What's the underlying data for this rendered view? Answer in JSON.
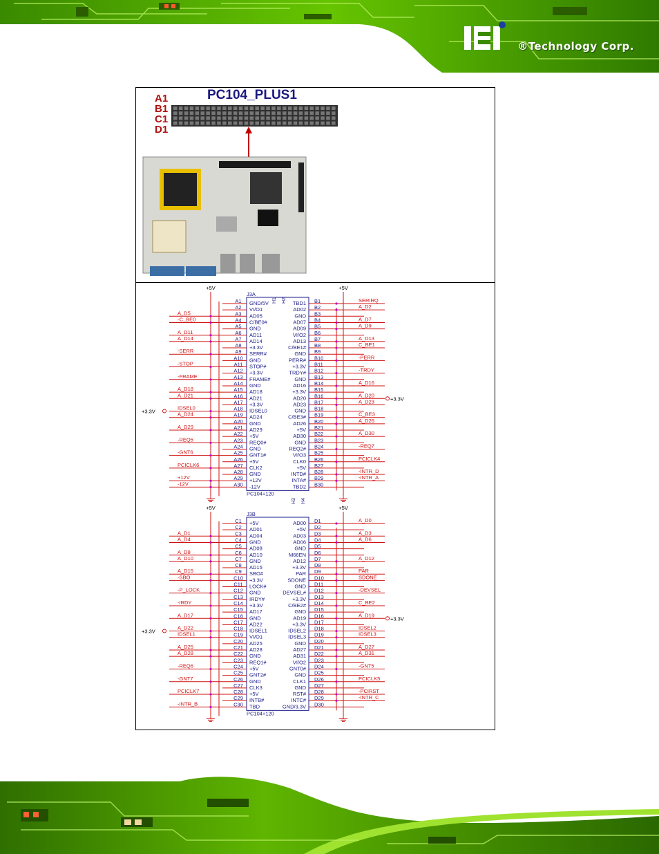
{
  "brand": {
    "company": "®Technology Corp."
  },
  "figure": {
    "connector_title": "PC104_PLUS1",
    "row_labels": [
      "A1",
      "B1",
      "C1",
      "D1"
    ]
  },
  "j3a": {
    "ref": "J3A",
    "part": "PC104+120",
    "power_left": "+5V",
    "power_right": "+5V",
    "a_pins": [
      "A1",
      "A2",
      "A3",
      "A4",
      "A5",
      "A6",
      "A7",
      "A8",
      "A9",
      "A10",
      "A11",
      "A12",
      "A13",
      "A14",
      "A15",
      "A16",
      "A17",
      "A18",
      "A19",
      "A20",
      "A21",
      "A22",
      "A23",
      "A24",
      "A25",
      "A26",
      "A27",
      "A28",
      "A29",
      "A30"
    ],
    "a_names": [
      "GND/5V",
      "VI/O1",
      "AD05",
      "C/BE0#",
      "GND",
      "AD11",
      "AD14",
      "+3.3V",
      "SERR#",
      "GND",
      "STOP#",
      "+3.3V",
      "FRAME#",
      "GND",
      "AD18",
      "AD21",
      "+3.3V",
      "IDSEL0",
      "AD24",
      "GND",
      "AD29",
      "+5V",
      "REQ0#",
      "GND",
      "GNT1#",
      "+5V",
      "CLK2",
      "GND",
      "+12V",
      "-12V"
    ],
    "b_names": [
      "TBD1",
      "AD02",
      "GND",
      "AD07",
      "AD09",
      "VI/O2",
      "AD13",
      "C/BE1#",
      "GND",
      "PERR#",
      "+3.3V",
      "TRDY#",
      "GND",
      "AD16",
      "+3.3V",
      "AD20",
      "AD23",
      "GND",
      "C/BE3#",
      "AD26",
      "+5V",
      "AD30",
      "GND",
      "REQ2#",
      "VI/O3",
      "CLK0",
      "+5V",
      "INTD#",
      "INTA#",
      "TBD2"
    ],
    "b_pins": [
      "B1",
      "B2",
      "B3",
      "B4",
      "B5",
      "B6",
      "B7",
      "B8",
      "B9",
      "B10",
      "B11",
      "B12",
      "B13",
      "B14",
      "B15",
      "B16",
      "B17",
      "B18",
      "B19",
      "B20",
      "B21",
      "B22",
      "B23",
      "B24",
      "B25",
      "B26",
      "B27",
      "B28",
      "B29",
      "B30"
    ],
    "left_nets": [
      {
        "row": 3,
        "text": "A_D5"
      },
      {
        "row": 4,
        "text": "-C_BE0"
      },
      {
        "row": 6,
        "text": "A_D11"
      },
      {
        "row": 7,
        "text": "A_D14"
      },
      {
        "row": 9,
        "text": "-SERR"
      },
      {
        "row": 11,
        "text": "-STOP"
      },
      {
        "row": 13,
        "text": "-FRAME"
      },
      {
        "row": 15,
        "text": "A_D18"
      },
      {
        "row": 16,
        "text": "A_D21"
      },
      {
        "row": 18,
        "text": "IDSEL0"
      },
      {
        "row": 19,
        "text": "A_D24"
      },
      {
        "row": 21,
        "text": "A_D29"
      },
      {
        "row": 23,
        "text": "-REQ5"
      },
      {
        "row": 25,
        "text": "-GNT6"
      },
      {
        "row": 27,
        "text": "PCICLK6"
      },
      {
        "row": 29,
        "text": "+12V"
      },
      {
        "row": 30,
        "text": "-12V"
      }
    ],
    "left_extra": "+3.3V",
    "right_nets": [
      {
        "row": 1,
        "text": "SERIRQ"
      },
      {
        "row": 2,
        "text": "A_D2"
      },
      {
        "row": 4,
        "text": "A_D7"
      },
      {
        "row": 5,
        "text": "A_D9"
      },
      {
        "row": 7,
        "text": "A_D13"
      },
      {
        "row": 8,
        "text": "C_BE1"
      },
      {
        "row": 10,
        "text": "-PERR"
      },
      {
        "row": 12,
        "text": "-TRDY"
      },
      {
        "row": 14,
        "text": "A_D16"
      },
      {
        "row": 16,
        "text": "A_D20"
      },
      {
        "row": 17,
        "text": "A_D23"
      },
      {
        "row": 19,
        "text": "C_BE3"
      },
      {
        "row": 20,
        "text": "A_D26"
      },
      {
        "row": 22,
        "text": "A_D30"
      },
      {
        "row": 24,
        "text": "-REQ7"
      },
      {
        "row": 26,
        "text": "PCICLK4"
      },
      {
        "row": 28,
        "text": "-INTR_D"
      },
      {
        "row": 29,
        "text": "-INTR_A"
      }
    ],
    "right_extra": "+3.3V",
    "holes": [
      "H1",
      "H2",
      "H3",
      "H4"
    ]
  },
  "j3b": {
    "ref": "J3B",
    "part": "PC104+120",
    "power_left": "+5V",
    "power_right": "+5V",
    "c_pins": [
      "C1",
      "C2",
      "C3",
      "C4",
      "C5",
      "C6",
      "C7",
      "C8",
      "C9",
      "C10",
      "C11",
      "C12",
      "C13",
      "C14",
      "C15",
      "C16",
      "C17",
      "C18",
      "C19",
      "C20",
      "C21",
      "C22",
      "C23",
      "C24",
      "C25",
      "C26",
      "C27",
      "C28",
      "C29",
      "C30"
    ],
    "c_names": [
      "+5V",
      "AD01",
      "AD04",
      "GND",
      "AD08",
      "AD10",
      "GND",
      "AD15",
      "SBO#",
      "+3.3V",
      "LOCK#",
      "GND",
      "IRDY#",
      "+3.3V",
      "AD17",
      "GND",
      "AD22",
      "IDSEL1",
      "VI/O1",
      "AD25",
      "AD28",
      "GND",
      "REQ1#",
      "+5V",
      "GNT2#",
      "GND",
      "CLK3",
      "+5V",
      "INTB#",
      "TBD"
    ],
    "d_names": [
      "AD00",
      "+5V",
      "AD03",
      "AD06",
      "GND",
      "M66EN",
      "AD12",
      "+3.3V",
      "PAR",
      "SDONE",
      "GND",
      "DEVSEL#",
      "+3.3V",
      "C/BE2#",
      "GND",
      "AD19",
      "+3.3V",
      "IDSEL2",
      "IDSEL3",
      "GND",
      "AD27",
      "AD31",
      "VI/O2",
      "GNT0#",
      "GND",
      "CLK1",
      "GND",
      "RST#",
      "INTC#",
      "GND/3.3V"
    ],
    "d_pins": [
      "D1",
      "D2",
      "D3",
      "D4",
      "D5",
      "D6",
      "D7",
      "D8",
      "D9",
      "D10",
      "D11",
      "D12",
      "D13",
      "D14",
      "D15",
      "D16",
      "D17",
      "D18",
      "D19",
      "D20",
      "D21",
      "D22",
      "D23",
      "D24",
      "D25",
      "D26",
      "D27",
      "D28",
      "D29",
      "D30"
    ],
    "left_nets": [
      {
        "row": 3,
        "text": "A_D1"
      },
      {
        "row": 4,
        "text": "A_D4"
      },
      {
        "row": 6,
        "text": "A_D8"
      },
      {
        "row": 7,
        "text": "A_D10"
      },
      {
        "row": 9,
        "text": "A_D15"
      },
      {
        "row": 10,
        "text": "-SBO"
      },
      {
        "row": 12,
        "text": "-P_LOCK"
      },
      {
        "row": 14,
        "text": "-IRDY"
      },
      {
        "row": 16,
        "text": "A_D17"
      },
      {
        "row": 18,
        "text": "A_D22"
      },
      {
        "row": 19,
        "text": "IDSEL1"
      },
      {
        "row": 21,
        "text": "A_D25"
      },
      {
        "row": 22,
        "text": "A_D28"
      },
      {
        "row": 24,
        "text": "-REQ6"
      },
      {
        "row": 26,
        "text": "-GNT7"
      },
      {
        "row": 28,
        "text": "PCICLK7"
      },
      {
        "row": 30,
        "text": "-INTR_B"
      }
    ],
    "left_extra": "+3.3V",
    "right_nets": [
      {
        "row": 1,
        "text": "A_D0"
      },
      {
        "row": 3,
        "text": "A_D3"
      },
      {
        "row": 4,
        "text": "A_D6"
      },
      {
        "row": 7,
        "text": "A_D12"
      },
      {
        "row": 9,
        "text": "PAR"
      },
      {
        "row": 10,
        "text": "SDONE"
      },
      {
        "row": 12,
        "text": "-DEVSEL"
      },
      {
        "row": 14,
        "text": "C_BE2"
      },
      {
        "row": 16,
        "text": "A_D19"
      },
      {
        "row": 18,
        "text": "IDSEL2"
      },
      {
        "row": 19,
        "text": "IDSEL3"
      },
      {
        "row": 21,
        "text": "A_D27"
      },
      {
        "row": 22,
        "text": "A_D31"
      },
      {
        "row": 24,
        "text": "-GNT5"
      },
      {
        "row": 26,
        "text": "PCICLK5"
      },
      {
        "row": 28,
        "text": "-PCIRST"
      },
      {
        "row": 29,
        "text": "-INTR_C"
      }
    ],
    "right_extra": "+3.3V"
  }
}
